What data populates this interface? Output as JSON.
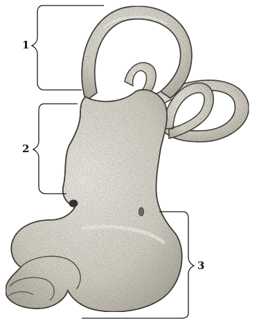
{
  "labels": {
    "label_1": "1",
    "label_2": "2",
    "label_3": "3"
  },
  "colors": {
    "bone_fill": "#d9d6cc",
    "bone_light": "#eeece5",
    "bone_dark": "#8f8b80",
    "outline": "#2b2a27",
    "bracket": "#1a1a1a"
  }
}
